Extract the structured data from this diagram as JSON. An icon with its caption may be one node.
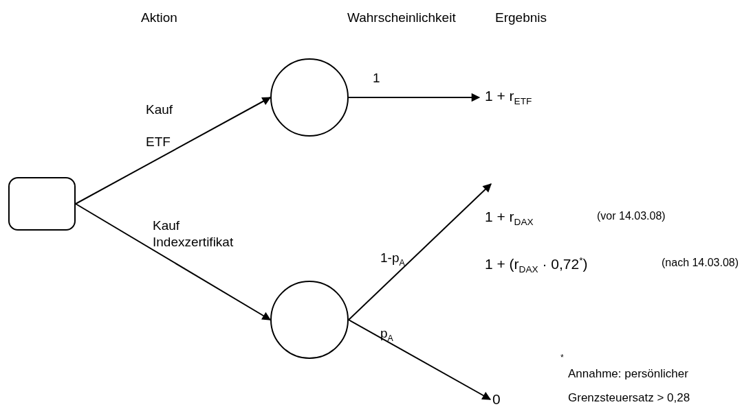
{
  "diagram": {
    "nodes": [
      {
        "text": [],
        "shape": "box"
      },
      {
        "text": [],
        "shape": "circle"
      },
      {
        "text": [],
        "shape": "circle"
      },
      {
        "text": [
          "1 + r$_{ETF}$"
        ]
      },
      {
        "text": [
          "1 + r$_{DAX}$",
          "(vor 14.03.08)",
          "1 + (r$_{DAX}$ · 0,72$^{*}$)",
          "(nach 14.03.08)"
        ]
      },
      {
        "text": [
          "0"
        ]
      }
    ],
    "edges": [
      {
        "from": 0,
        "to": 1,
        "arrow": "to",
        "label": "Kauf ETF"
      },
      {
        "from": 0,
        "to": 2,
        "arrow": "to",
        "label": "Kauf Indexzertifikat"
      },
      {
        "from": 1,
        "to": 3,
        "arrow": "to",
        "label": "1"
      },
      {
        "from": 2,
        "to": 4,
        "arrow": "to",
        "label": "1-p$_{A}$"
      },
      {
        "from": 2,
        "to": 5,
        "arrow": "to",
        "label": "p$_{A}$"
      }
    ],
    "labels": [
      "Aktion",
      "Wahrscheinlichkeit",
      "Ergebnis",
      "*",
      "Annahme: persönlicher Grenzsteuersatz > 0,28"
    ]
  }
}
